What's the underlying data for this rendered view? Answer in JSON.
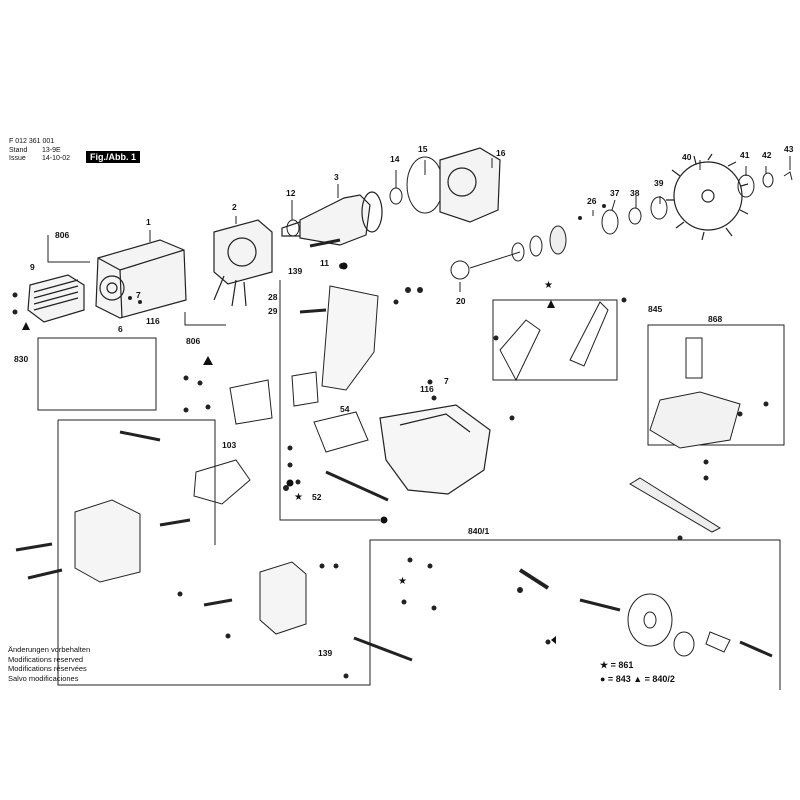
{
  "header": {
    "doc_number": "F 012 361 001",
    "stand_label": "Stand",
    "issue_label": "Issue",
    "stand_value": "13-9E",
    "issue_value": "14-10-02",
    "figure_label": "Fig./Abb. 1"
  },
  "notes": [
    "Änderungen vorbehalten",
    "Modifications reserved",
    "Modifications réservées",
    "Salvo modificaciones"
  ],
  "legend": {
    "star": "★ = 861",
    "dot_triangle": "● = 843  ▲ = 840/2"
  },
  "part_numbers": [
    "1",
    "2",
    "3",
    "7",
    "9",
    "11",
    "12",
    "14",
    "15",
    "16",
    "20",
    "26",
    "28",
    "29",
    "37",
    "38",
    "39",
    "40",
    "41",
    "42",
    "43",
    "52",
    "54",
    "103",
    "116",
    "139",
    "806",
    "830",
    "840/1",
    "845",
    "868"
  ],
  "callouts": {
    "p1": "1",
    "p2": "2",
    "p3": "3",
    "p7a": "7",
    "p7b": "7",
    "p9": "9",
    "p11": "11",
    "p12": "12",
    "p14": "14",
    "p15": "15",
    "p16": "16",
    "p20": "20",
    "p26": "26",
    "p28": "28",
    "p29": "29",
    "p37": "37",
    "p38": "38",
    "p39": "39",
    "p40": "40",
    "p41": "41",
    "p42": "42",
    "p43": "43",
    "p52": "52",
    "p54": "54",
    "p103": "103",
    "p116a": "116",
    "p116b": "116",
    "p139a": "139",
    "p139b": "139",
    "p806a": "806",
    "p806b": "806",
    "p830": "830",
    "p840_1": "840/1",
    "p845": "845",
    "p868": "868",
    "p6": "6"
  }
}
